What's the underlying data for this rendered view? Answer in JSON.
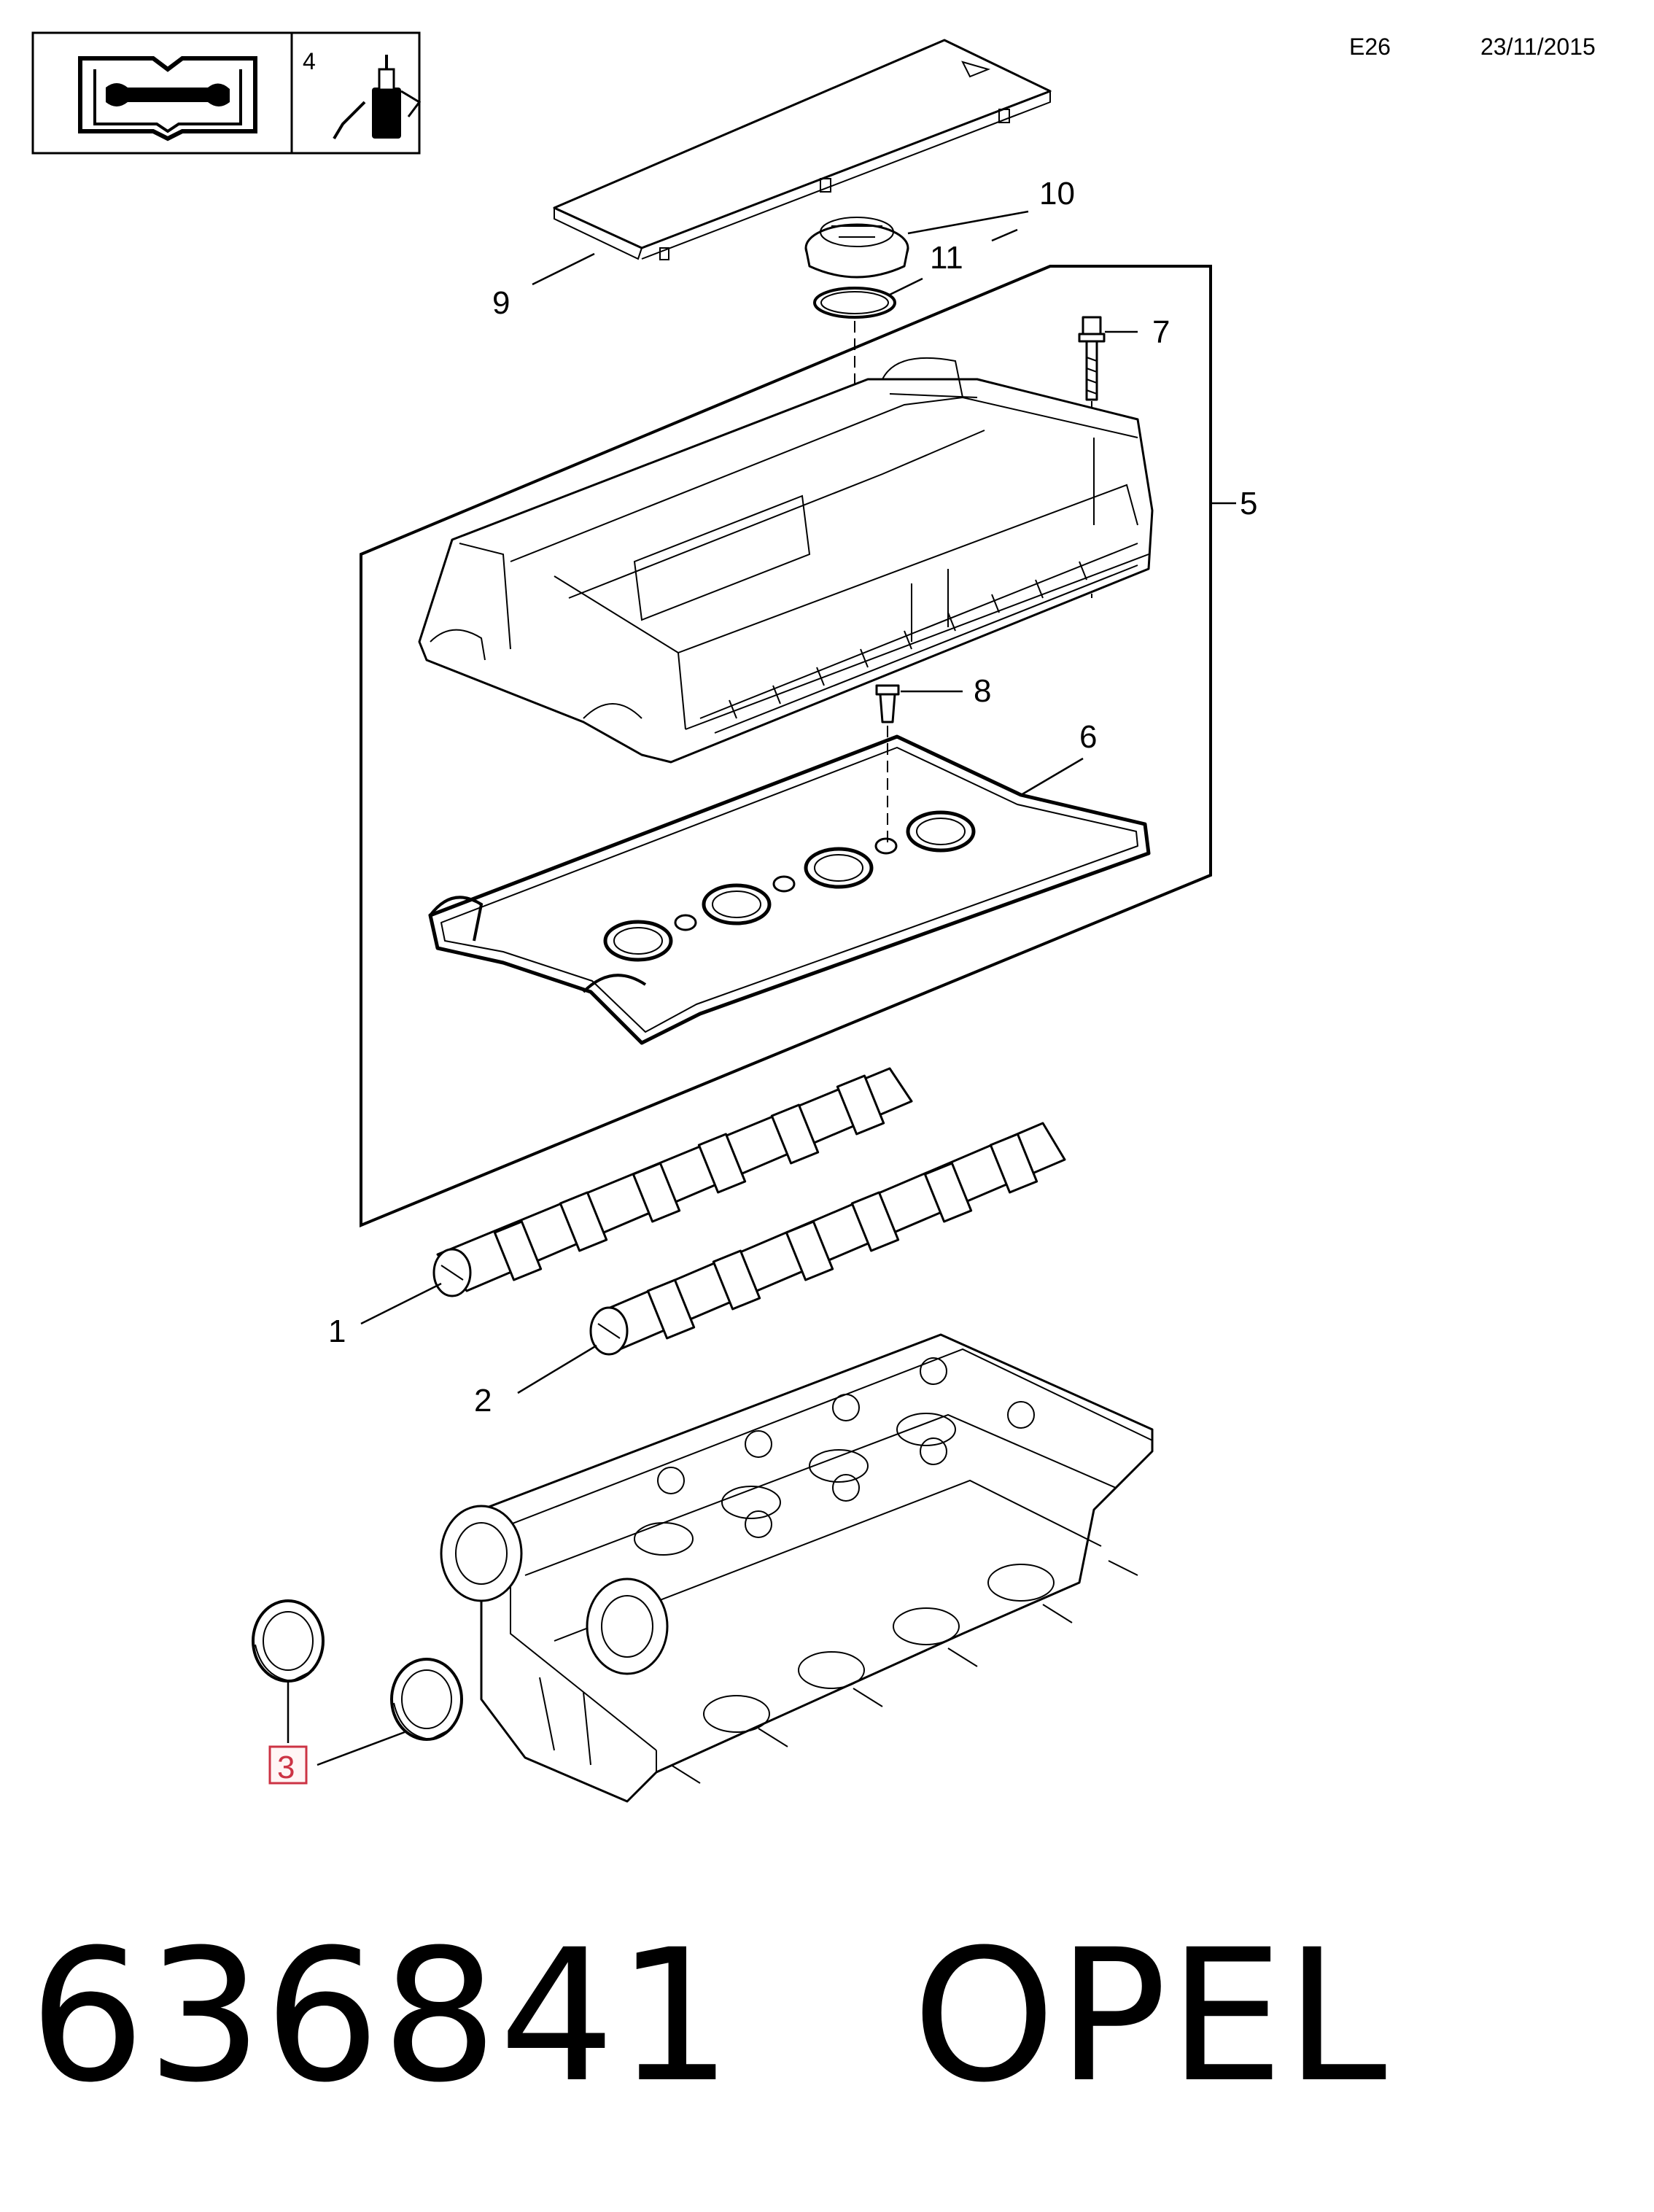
{
  "header": {
    "code": "E26",
    "date": "23/11/2015"
  },
  "legend_box": {
    "icon": "manual-book-wrench-icon",
    "item_number": "4",
    "item_icon": "sealant-bottle-icon"
  },
  "callouts": {
    "c1": "1",
    "c2": "2",
    "c3": "3",
    "c5": "5",
    "c6": "6",
    "c7": "7",
    "c8": "8",
    "c9": "9",
    "c10": "10",
    "c11": "11"
  },
  "highlight_color": "#cc3344",
  "footer": {
    "part_number": "636841",
    "brand": "OPEL"
  }
}
